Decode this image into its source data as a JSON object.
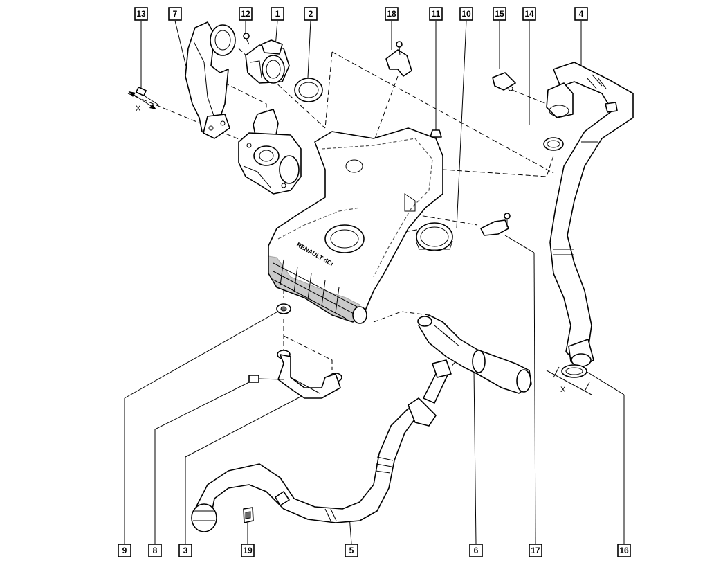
{
  "labels": [
    {
      "id": "13",
      "text": "13"
    },
    {
      "id": "7",
      "text": "7"
    },
    {
      "id": "12",
      "text": "12"
    },
    {
      "id": "1",
      "text": "1"
    },
    {
      "id": "2",
      "text": "2"
    },
    {
      "id": "18",
      "text": "18"
    },
    {
      "id": "11",
      "text": "11"
    },
    {
      "id": "10",
      "text": "10"
    },
    {
      "id": "15",
      "text": "15"
    },
    {
      "id": "14",
      "text": "14"
    },
    {
      "id": "4",
      "text": "4"
    },
    {
      "id": "9",
      "text": "9"
    },
    {
      "id": "8",
      "text": "8"
    },
    {
      "id": "3",
      "text": "3"
    },
    {
      "id": "19",
      "text": "19"
    },
    {
      "id": "5",
      "text": "5"
    },
    {
      "id": "6",
      "text": "6"
    },
    {
      "id": "17",
      "text": "17"
    },
    {
      "id": "16",
      "text": "16"
    }
  ],
  "dimensions": {
    "left": "X",
    "right": "X"
  },
  "engine_cover_text": "RENAULT dCi"
}
